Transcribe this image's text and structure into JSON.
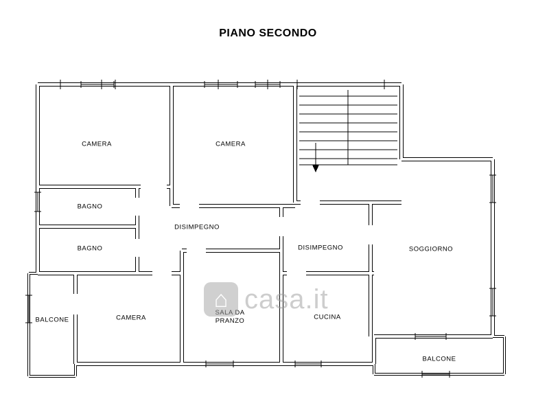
{
  "page": {
    "title": "PIANO SECONDO",
    "watermark_text": "casa.it",
    "background": "#ffffff",
    "wall_color": "#000000",
    "label_color": "#000000",
    "watermark_color": "#9c9c9c"
  },
  "rooms": [
    {
      "name": "camera-top-left",
      "label": "CAMERA"
    },
    {
      "name": "camera-top-middle",
      "label": "CAMERA"
    },
    {
      "name": "bagno-upper",
      "label": "BAGNO"
    },
    {
      "name": "bagno-lower",
      "label": "BAGNO"
    },
    {
      "name": "disimpegno-left",
      "label": "DISIMPEGNO"
    },
    {
      "name": "disimpegno-right",
      "label": "DISIMPEGNO"
    },
    {
      "name": "soggiorno",
      "label": "SOGGIORNO"
    },
    {
      "name": "balcone-left",
      "label": "BALCONE"
    },
    {
      "name": "camera-bottom",
      "label": "CAMERA"
    },
    {
      "name": "sala-da-pranzo",
      "label": "SALA DA PRANZO"
    },
    {
      "name": "cucina",
      "label": "CUCINA"
    },
    {
      "name": "balcone-bottom",
      "label": "BALCONE"
    }
  ]
}
